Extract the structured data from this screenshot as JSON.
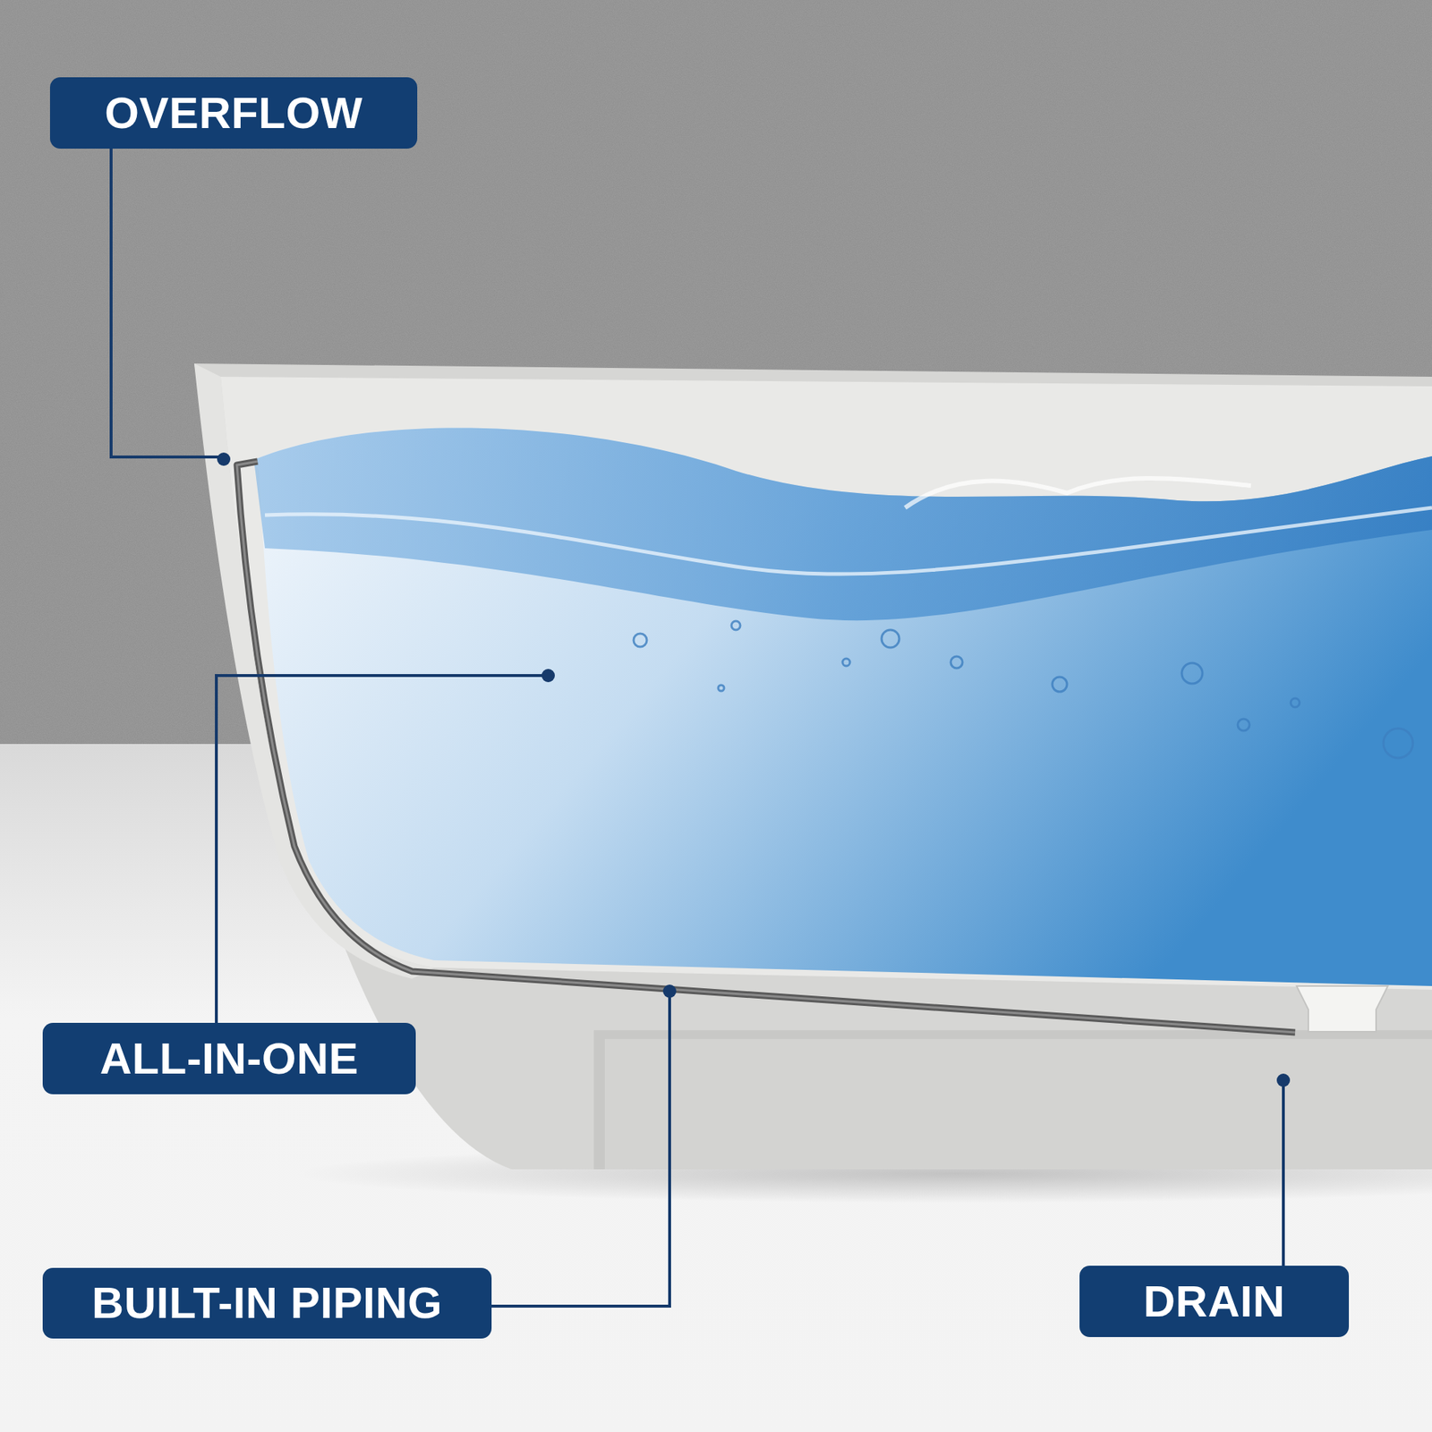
{
  "diagram": {
    "nodes": [
      {
        "text": [
          "OVERFLOW"
        ]
      },
      {
        "text": [
          "ALL-IN-ONE"
        ]
      },
      {
        "text": [
          "BUILT-IN PIPING"
        ]
      },
      {
        "text": [
          "DRAIN"
        ]
      }
    ]
  }
}
